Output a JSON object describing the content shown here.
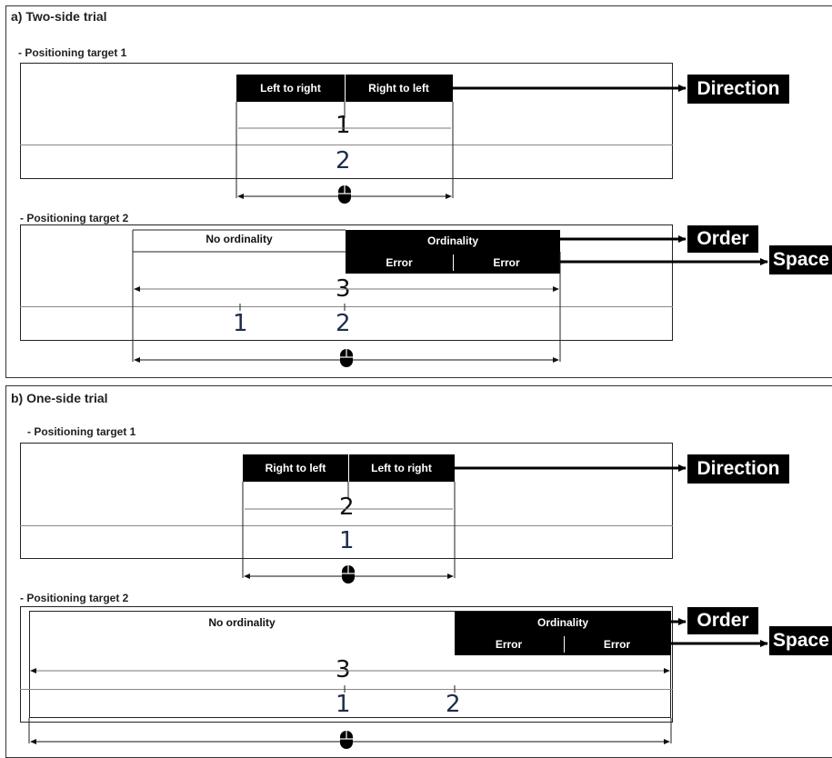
{
  "panel_a": {
    "title": "a) Two-side trial",
    "target1": {
      "label": "- Positioning target 1",
      "header_left": "Left to right",
      "header_right": "Right to left",
      "num_top": "1",
      "num_bottom": "2",
      "outcome": "Direction"
    },
    "target2": {
      "label": "- Positioning target 2",
      "no_ordinality": "No ordinality",
      "ordinality": "Ordinality",
      "error_left": "Error",
      "error_right": "Error",
      "num_top": "3",
      "num_left": "1",
      "num_mid": "2",
      "outcome_order": "Order",
      "outcome_space": "Space"
    }
  },
  "panel_b": {
    "title": "b) One-side trial",
    "target1": {
      "label": "- Positioning target 1",
      "header_left": "Right to left",
      "header_right": "Left to right",
      "num_top": "2",
      "num_bottom": "1",
      "outcome": "Direction"
    },
    "target2": {
      "label": "- Positioning target 2",
      "no_ordinality": "No ordinality",
      "ordinality": "Ordinality",
      "error_left": "Error",
      "error_right": "Error",
      "num_top": "3",
      "num_left": "1",
      "num_mid": "2",
      "outcome_order": "Order",
      "outcome_space": "Space"
    }
  },
  "icons": {
    "mouse": "mouse-icon",
    "arrow": "arrow-right-icon"
  }
}
